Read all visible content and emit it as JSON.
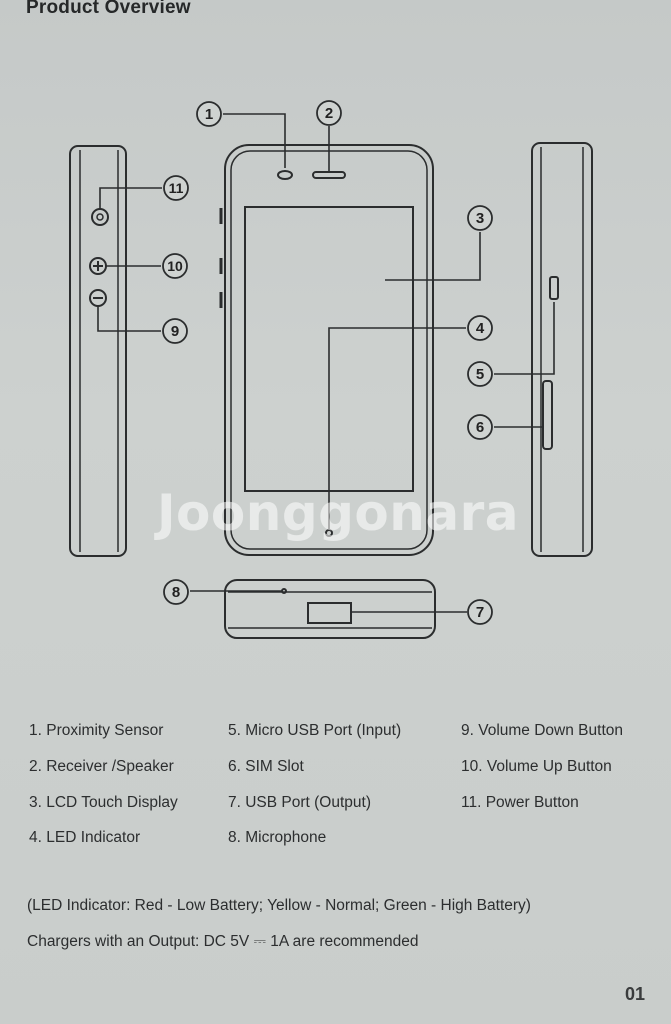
{
  "document": {
    "title": "Product Overview",
    "page_number": "01"
  },
  "diagram": {
    "callouts": [
      "1",
      "2",
      "3",
      "4",
      "5",
      "6",
      "7",
      "8",
      "9",
      "10",
      "11"
    ],
    "watermark": "Joonggonara"
  },
  "legend": {
    "items": [
      "1. Proximity Sensor",
      "2. Receiver /Speaker",
      "3. LCD Touch Display",
      "4. LED Indicator",
      "5. Micro USB Port (Input)",
      "6. SIM Slot",
      "7. USB Port (Output)",
      "8. Microphone",
      "9. Volume Down Button",
      "10. Volume Up Button",
      "11. Power Button"
    ]
  },
  "notes": {
    "led": "(LED Indicator: Red - Low Battery;  Yellow - Normal;  Green - High Battery)",
    "charger": "Chargers with an Output: DC 5V ⎓ 1A are recommended"
  }
}
